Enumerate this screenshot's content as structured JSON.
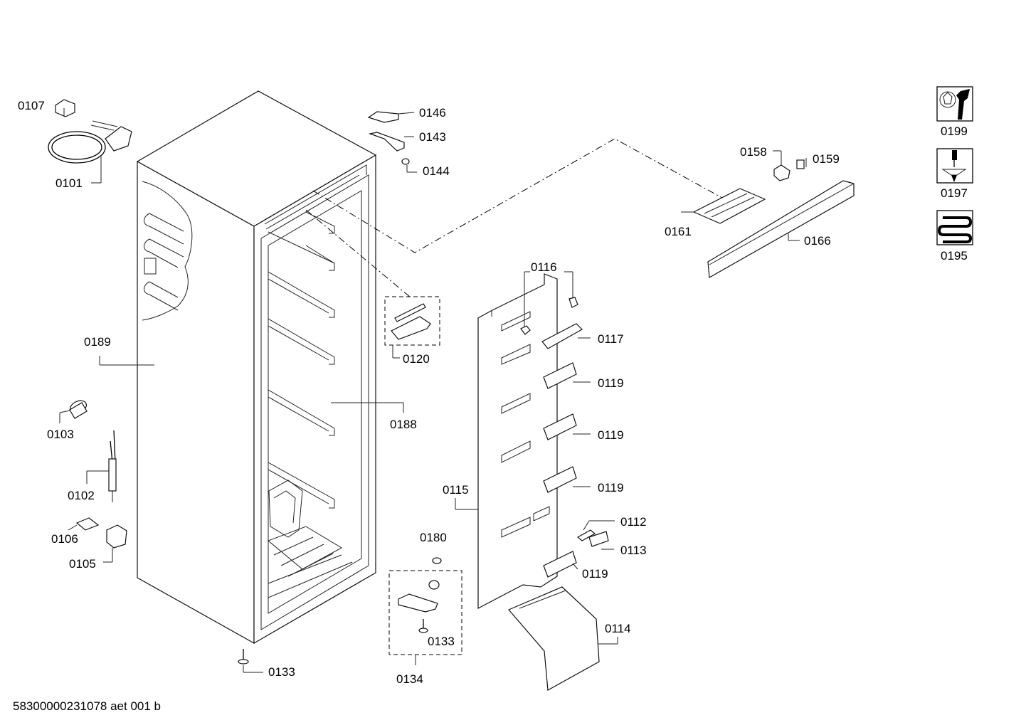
{
  "footer_code": "58300000231078 aet 001 b",
  "legend": [
    {
      "label": "0199",
      "icon": "wrench-nut-icon"
    },
    {
      "label": "0197",
      "icon": "screwdriver-screw-icon"
    },
    {
      "label": "0195",
      "icon": "heating-coil-icon"
    }
  ],
  "parts": {
    "p0107": "0107",
    "p0101": "0101",
    "p0146": "0146",
    "p0143": "0143",
    "p0144": "0144",
    "p0189": "0189",
    "p0103": "0103",
    "p0102": "0102",
    "p0106": "0106",
    "p0105": "0105",
    "p0120": "0120",
    "p0188": "0188",
    "p0133a": "0133",
    "p0180": "0180",
    "p0133b": "0133",
    "p0134": "0134",
    "p0116": "0116",
    "p0117": "0117",
    "p0119a": "0119",
    "p0119b": "0119",
    "p0119c": "0119",
    "p0119d": "0119",
    "p0115": "0115",
    "p0112": "0112",
    "p0113": "0113",
    "p0114": "0114",
    "p0158": "0158",
    "p0159": "0159",
    "p0161": "0161",
    "p0166": "0166"
  }
}
